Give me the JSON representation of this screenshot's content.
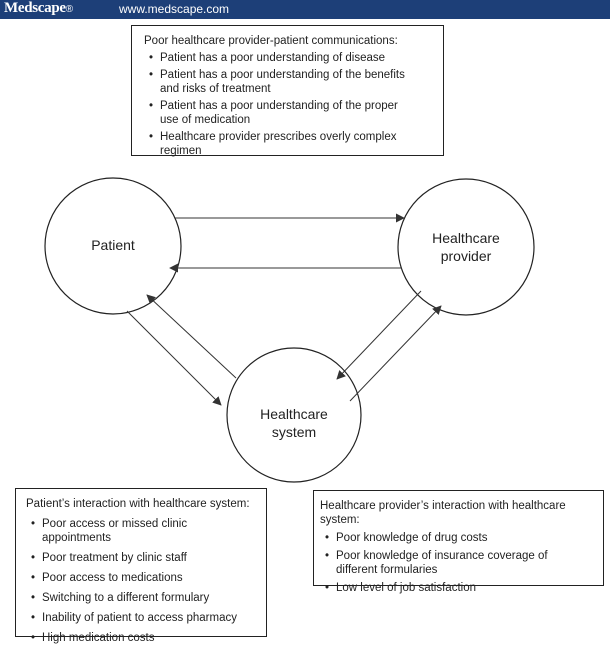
{
  "header": {
    "logo": "Medscape",
    "logo_mark": "®",
    "url": "www.medscape.com"
  },
  "nodes": {
    "patient": "Patient",
    "provider_line1": "Healthcare",
    "provider_line2": "provider",
    "system_line1": "Healthcare",
    "system_line2": "system"
  },
  "top_box": {
    "title": "Poor healthcare provider-patient communications:",
    "items": [
      [
        "Patient has a poor understanding of disease"
      ],
      [
        "Patient has a poor understanding of the benefits",
        "and risks of treatment"
      ],
      [
        "Patient has a poor understanding of the proper",
        "use of medication"
      ],
      [
        "Healthcare provider prescribes overly complex regimen"
      ]
    ]
  },
  "left_box": {
    "title": "Patient’s interaction with healthcare system:",
    "items": [
      "Poor access or missed clinic appointments",
      "Poor treatment by clinic staff",
      "Poor access to medications",
      "Switching to a different formulary",
      "Inability of patient to access pharmacy",
      "High medication costs"
    ]
  },
  "right_box": {
    "title": "Healthcare provider’s interaction with healthcare system:",
    "items": [
      [
        "Poor knowledge of drug costs"
      ],
      [
        "Poor knowledge of insurance coverage of",
        "different formularies"
      ],
      [
        "Low level of job satisfaction"
      ]
    ]
  }
}
